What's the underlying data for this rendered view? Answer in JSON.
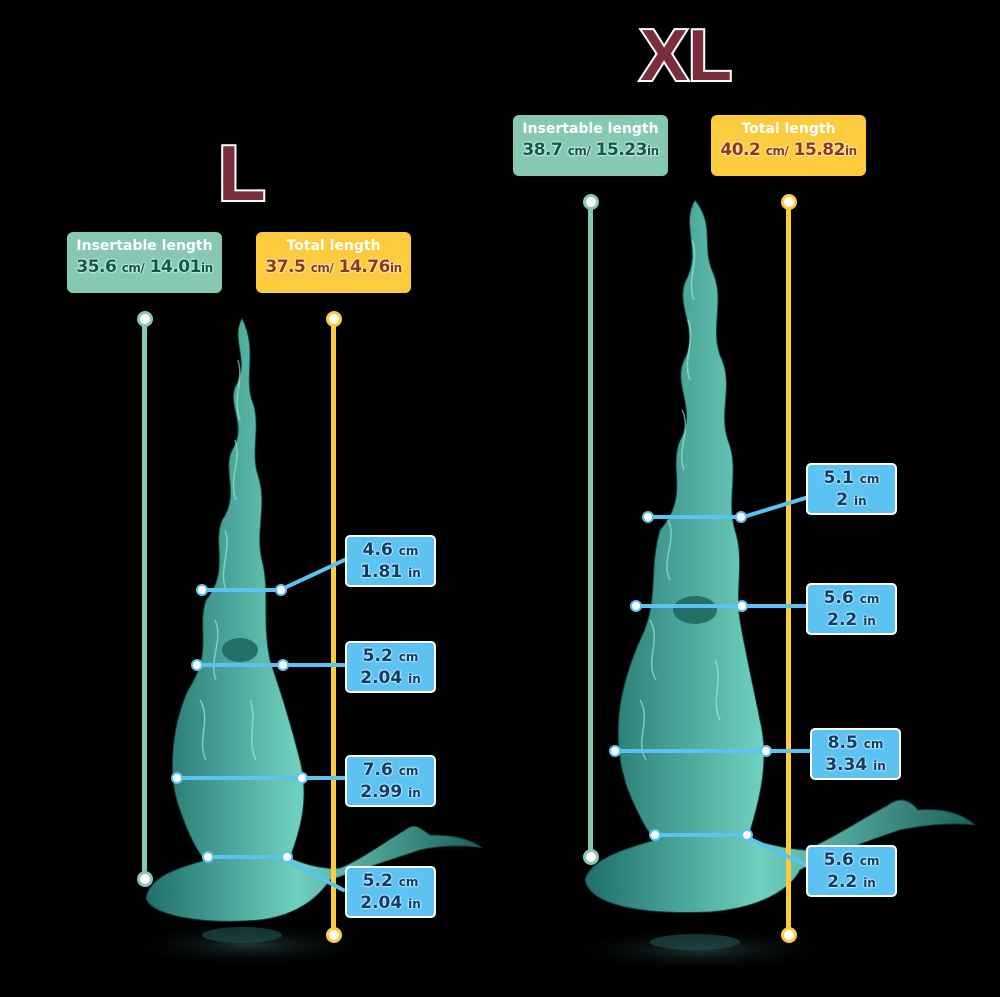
{
  "colors": {
    "background": "#000000",
    "title": "#7a2e3c",
    "insertable": "#86c8b4",
    "total": "#fdcb3e",
    "measurement": "#5bc2f2",
    "product": "#3fa69a"
  },
  "sizes": [
    {
      "title": "L",
      "insertable": {
        "label": "Insertable length",
        "cm": "35.6",
        "cm_unit": "cm/",
        "in": "14.01",
        "in_unit": "in"
      },
      "total": {
        "label": "Total length",
        "cm": "37.5",
        "cm_unit": "cm/",
        "in": "14.76",
        "in_unit": "in"
      },
      "measurements": [
        {
          "cm": "4.6",
          "in": "1.81"
        },
        {
          "cm": "5.2",
          "in": "2.04"
        },
        {
          "cm": "7.6",
          "in": "2.99"
        },
        {
          "cm": "5.2",
          "in": "2.04"
        }
      ]
    },
    {
      "title": "XL",
      "insertable": {
        "label": "Insertable length",
        "cm": "38.7",
        "cm_unit": "cm/",
        "in": "15.23",
        "in_unit": "in"
      },
      "total": {
        "label": "Total length",
        "cm": "40.2",
        "cm_unit": "cm/",
        "in": "15.82",
        "in_unit": "in"
      },
      "measurements": [
        {
          "cm": "5.1",
          "in": "2"
        },
        {
          "cm": "5.6",
          "in": "2.2"
        },
        {
          "cm": "8.5",
          "in": "3.34"
        },
        {
          "cm": "5.6",
          "in": "2.2"
        }
      ]
    }
  ],
  "units": {
    "cm": "cm",
    "in": "in"
  }
}
